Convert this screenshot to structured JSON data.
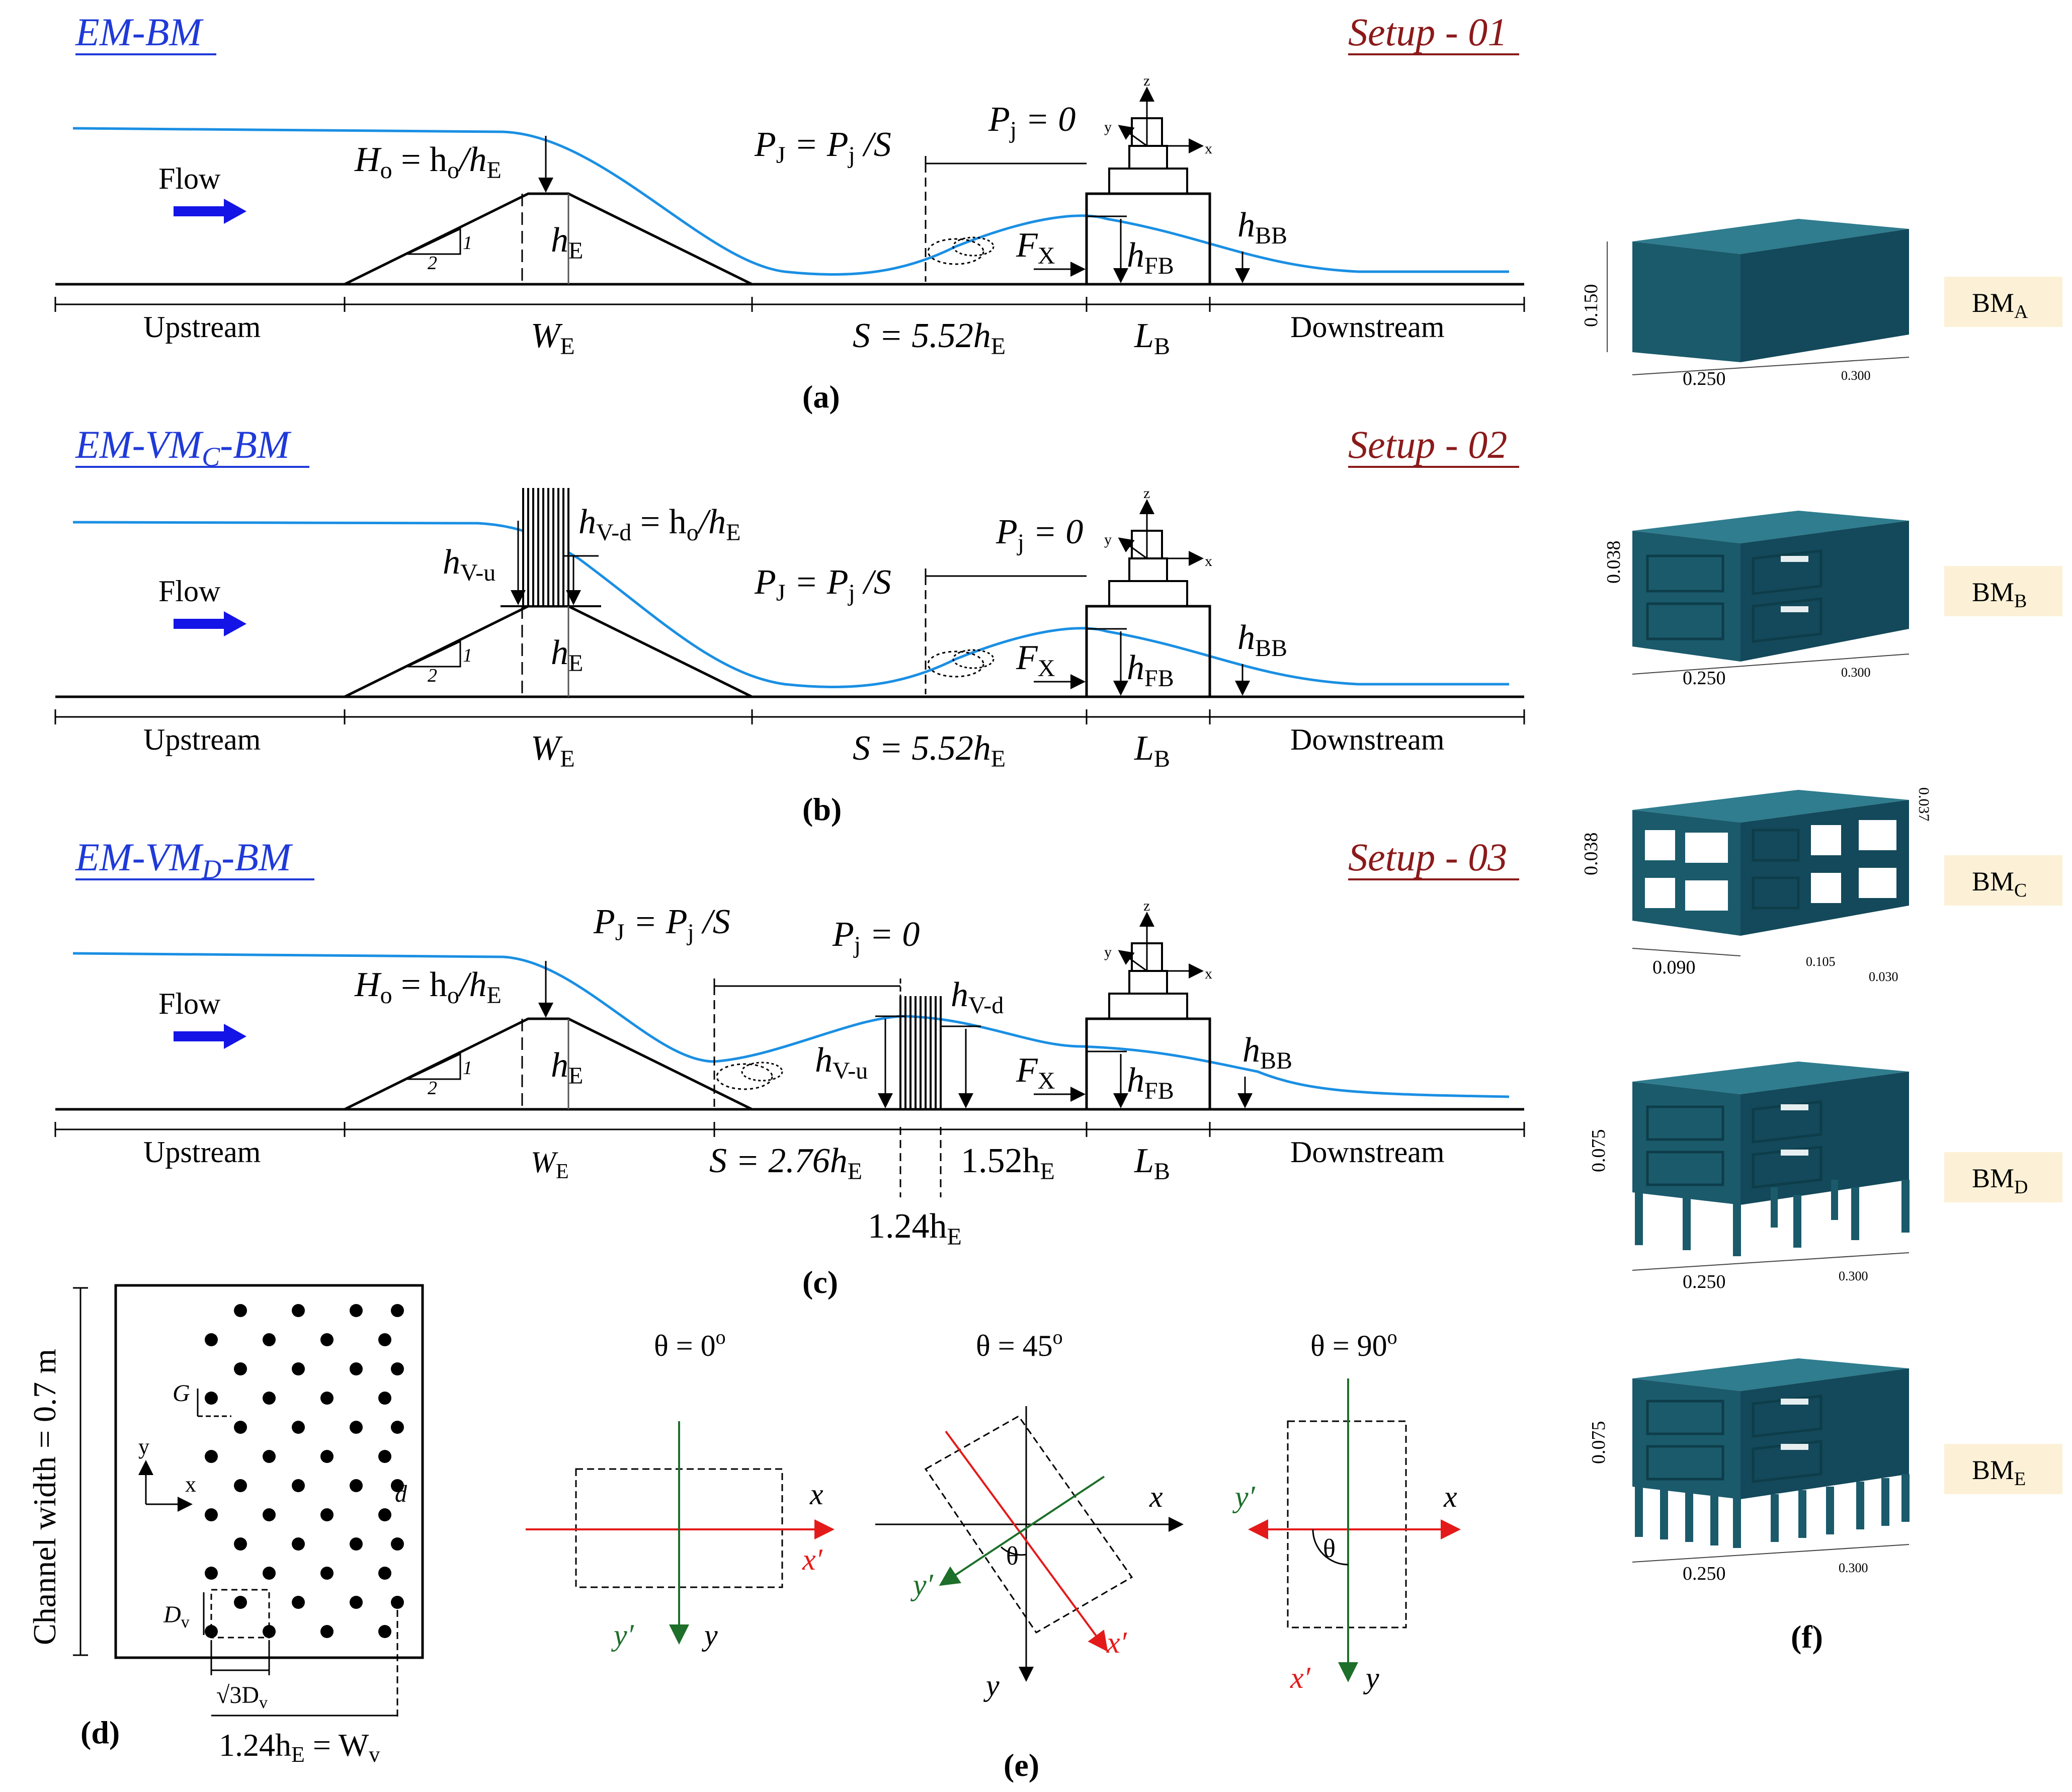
{
  "setups": [
    {
      "key": "a",
      "model": "EM-BM",
      "setup": "Setup - 01",
      "panel": "(a)",
      "S_label": "S = 5.52h",
      "S_sub": "E"
    },
    {
      "key": "b",
      "model_pre": "EM-VM",
      "model_sub": "C",
      "model_post": "-BM",
      "setup": "Setup - 02",
      "panel": "(b)",
      "S_label": "S = 5.52h",
      "S_sub": "E"
    },
    {
      "key": "c",
      "model_pre": "EM-VM",
      "model_sub": "D",
      "model_post": "-BM",
      "setup": "Setup - 03",
      "panel": "(c)",
      "S_label": "S = 2.76h",
      "S_sub": "E"
    }
  ],
  "labels": {
    "flow": "Flow",
    "upstream": "Upstream",
    "downstream": "Downstream",
    "slope_1": "1",
    "slope_2": "2",
    "pj_zero": "P",
    "pj_zero_sub": "j",
    "pj_zero_post": " = 0",
    "PJ": "P",
    "PJ_sub": "J",
    "PJ_mid": " = P",
    "PJ_mid_sub": "j",
    "PJ_post": " /S",
    "Ho": "H",
    "Ho_sub": "o",
    "Ho_post": " = h",
    "Ho_post_sub": "o",
    "Ho_tail": "/h",
    "Ho_tail_sub": "E",
    "hE": "h",
    "hE_sub": "E",
    "WE": "W",
    "WE_sub": "E",
    "LB": "L",
    "LB_sub": "B",
    "hFB": "h",
    "hFB_sub": "FB",
    "hBB": "h",
    "hBB_sub": "BB",
    "FX": "F",
    "FX_sub": "X",
    "hVu": "h",
    "hVu_sub": "V-u",
    "hVd": "h",
    "hVd_sub": "V-d",
    "hVd_post": " = h",
    "hVd_post_sub": "o",
    "hVd_tail": "/h",
    "hVd_tail_sub": "E",
    "c_152": "1.52h",
    "c_152_sub": "E",
    "c_124": "1.24h",
    "c_124_sub": "E",
    "axis_z": "z",
    "axis_y": "y",
    "axis_x": "x"
  },
  "panel_d": {
    "channel": "Channel width = 0.7 m",
    "G": "G",
    "d": "d",
    "Dv": "D",
    "Dv_sub": "v",
    "sqrt3": "√3D",
    "sqrt3_sub": "v",
    "width": "1.24h",
    "width_sub": "E",
    "width_post": " = W",
    "width_post_sub": "v",
    "axis_y": "y",
    "axis_x": "x",
    "panel": "(d)"
  },
  "panel_e": {
    "theta0": "θ = 0",
    "theta45": "θ = 45",
    "theta90": "θ = 90",
    "deg": "o",
    "x": "x",
    "y": "y",
    "xp": "x′",
    "yp": "y′",
    "theta": "θ",
    "panel": "(e)"
  },
  "panel_f": {
    "models": [
      {
        "name": "BM",
        "sub": "A",
        "dim_v": "0.150",
        "dim_w": "0.250",
        "dim_d": "0.300"
      },
      {
        "name": "BM",
        "sub": "B",
        "dim_v": "0.038",
        "dim_w": "0.250",
        "dim_d": "0.300"
      },
      {
        "name": "BM",
        "sub": "C",
        "dim_v": "0.038",
        "dim_w": "0.090",
        "dim_d": "0.105",
        "dim_e": "0.030",
        "dim_t": "0.037"
      },
      {
        "name": "BM",
        "sub": "D",
        "dim_v": "0.075",
        "dim_w": "0.250",
        "dim_d": "0.300"
      },
      {
        "name": "BM",
        "sub": "E",
        "dim_v": "0.075",
        "dim_w": "0.250",
        "dim_d": "0.300"
      }
    ],
    "panel": "(f)"
  },
  "colors": {
    "water": "#1a8fe3",
    "flow_arrow": "#1414e6",
    "model_title": "#1f3ad8",
    "setup_title": "#8b1a1a",
    "teal": "#1a5a6b",
    "red_axis": "#e41a1a",
    "green_axis": "#1d6f2a",
    "label_bg": "#fcf1d6"
  }
}
